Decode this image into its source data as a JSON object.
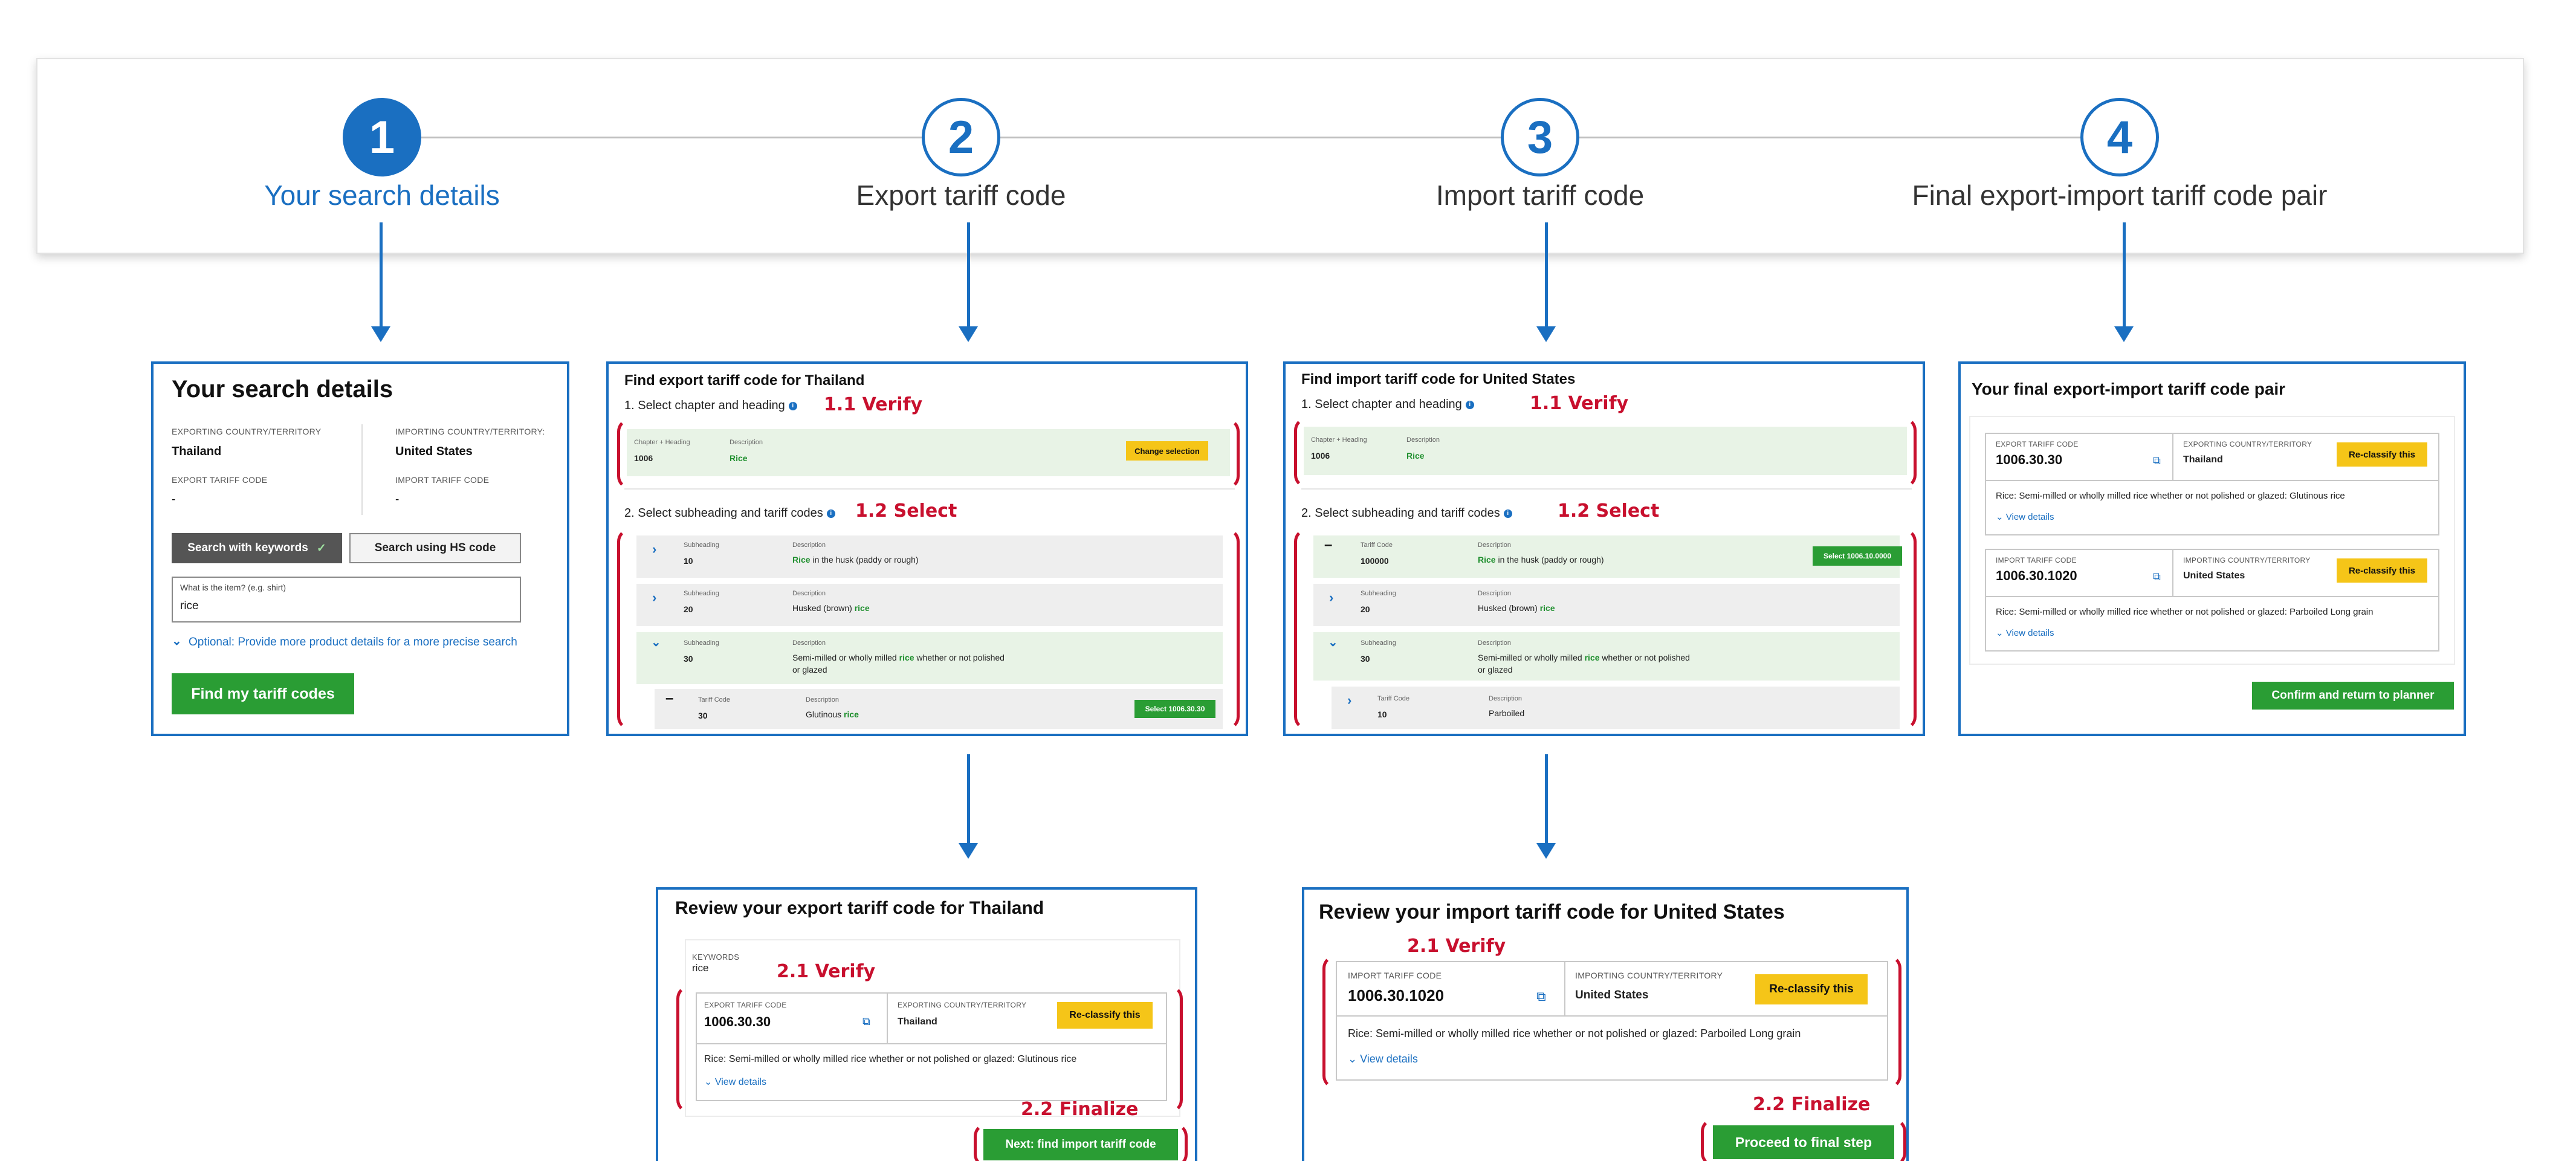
{
  "stepper": {
    "steps": [
      {
        "num": "1",
        "label": "Your search details"
      },
      {
        "num": "2",
        "label": "Export tariff code"
      },
      {
        "num": "3",
        "label": "Import tariff code"
      },
      {
        "num": "4",
        "label": "Final export-import tariff code pair"
      }
    ]
  },
  "annotations": {
    "verify_11": "1.1 Verify",
    "select_12": "1.2 Select",
    "verify_21": "2.1 Verify",
    "finalize_22": "2.2 Finalize"
  },
  "search_panel": {
    "title": "Your search details",
    "exporting_label": "EXPORTING COUNTRY/TERRITORY",
    "exporting_value": "Thailand",
    "importing_label": "IMPORTING COUNTRY/TERRITORY:",
    "importing_value": "United States",
    "export_code_label": "EXPORT TARIFF CODE",
    "export_code_value": "-",
    "import_code_label": "IMPORT TARIFF CODE",
    "import_code_value": "-",
    "keywords_button": "Search with keywords",
    "hs_button": "Search using HS code",
    "input_label": "What is the item? (e.g. shirt)",
    "input_value": "rice",
    "optional_link": "Optional: Provide more product details for a more precise search",
    "find_button": "Find my tariff codes"
  },
  "export_panel": {
    "title": "Find export tariff code for Thailand",
    "section1": "1. Select chapter and heading",
    "heading_label": "Chapter + Heading",
    "desc_label": "Description",
    "heading_value": "1006",
    "heading_desc": "Rice",
    "change_button": "Change selection",
    "section2": "2. Select subheading and tariff codes",
    "rows": [
      {
        "label": "Subheading",
        "code": "10",
        "desc_hl": "Rice",
        "desc": " in the husk (paddy or rough)"
      },
      {
        "label": "Subheading",
        "code": "20",
        "desc_pre": "Husked (brown) ",
        "desc_hl": "rice"
      },
      {
        "label": "Subheading",
        "code": "30",
        "desc_pre": "Semi-milled or wholly milled ",
        "desc_hl": "rice",
        "desc": " whether or not polished",
        "desc2": "or glazed"
      }
    ],
    "tariff_label": "Tariff Code",
    "tariff_code": "30",
    "tariff_desc_pre": "Glutinous ",
    "tariff_desc_hl": "rice",
    "select_button": "Select 1006.30.30"
  },
  "import_panel": {
    "title": "Find import tariff code for United States",
    "section1": "1. Select chapter and heading",
    "heading_label": "Chapter + Heading",
    "desc_label": "Description",
    "heading_value": "1006",
    "heading_desc": "Rice",
    "section2": "2. Select subheading and tariff codes",
    "row1_label": "Tariff Code",
    "row1_code": "100000",
    "row1_desc_hl": "Rice",
    "row1_desc": " in the husk (paddy or rough)",
    "row1_button": "Select 1006.10.0000",
    "row2_label": "Subheading",
    "row2_code": "20",
    "row2_desc_pre": "Husked (brown) ",
    "row2_desc_hl": "rice",
    "row3_label": "Subheading",
    "row3_code": "30",
    "row3_desc_pre": "Semi-milled or wholly milled ",
    "row3_desc_hl": "rice",
    "row3_desc": " whether or not polished",
    "row3_desc2": "or glazed",
    "row4_label": "Tariff Code",
    "row4_code": "10",
    "row4_desc": "Parboiled"
  },
  "final_panel": {
    "title": "Your final export-import tariff code pair",
    "export_label": "EXPORT TARIFF CODE",
    "export_value": "1006.30.30",
    "exporting_label": "EXPORTING COUNTRY/TERRITORY",
    "exporting_value": "Thailand",
    "reclassify": "Re-classify this",
    "export_desc": "Rice: Semi-milled or wholly milled rice whether or not polished or glazed: Glutinous rice",
    "view_details": "View details",
    "import_label": "IMPORT TARIFF CODE",
    "import_value": "1006.30.1020",
    "importing_label": "IMPORTING COUNTRY/TERRITORY",
    "importing_value": "United States",
    "import_desc": "Rice: Semi-milled or wholly milled rice whether or not polished or glazed: Parboiled Long grain",
    "confirm_button": "Confirm and return to planner"
  },
  "review_export": {
    "title": "Review your export tariff code for Thailand",
    "keywords_label": "KEYWORDS",
    "keywords_value": "rice",
    "code_label": "EXPORT TARIFF CODE",
    "code_value": "1006.30.30",
    "country_label": "EXPORTING COUNTRY/TERRITORY",
    "country_value": "Thailand",
    "reclassify": "Re-classify this",
    "desc": "Rice: Semi-milled or wholly milled rice whether or not polished or glazed: Glutinous rice",
    "view_details": "View details",
    "next_button": "Next: find import tariff code"
  },
  "review_import": {
    "title": "Review your import tariff code for United States",
    "code_label": "IMPORT TARIFF CODE",
    "code_value": "1006.30.1020",
    "country_label": "IMPORTING COUNTRY/TERRITORY",
    "country_value": "United States",
    "reclassify": "Re-classify this",
    "desc": "Rice: Semi-milled or wholly milled rice whether or not polished or glazed: Parboiled Long grain",
    "view_details": "View details",
    "proceed_button": "Proceed to final step"
  }
}
